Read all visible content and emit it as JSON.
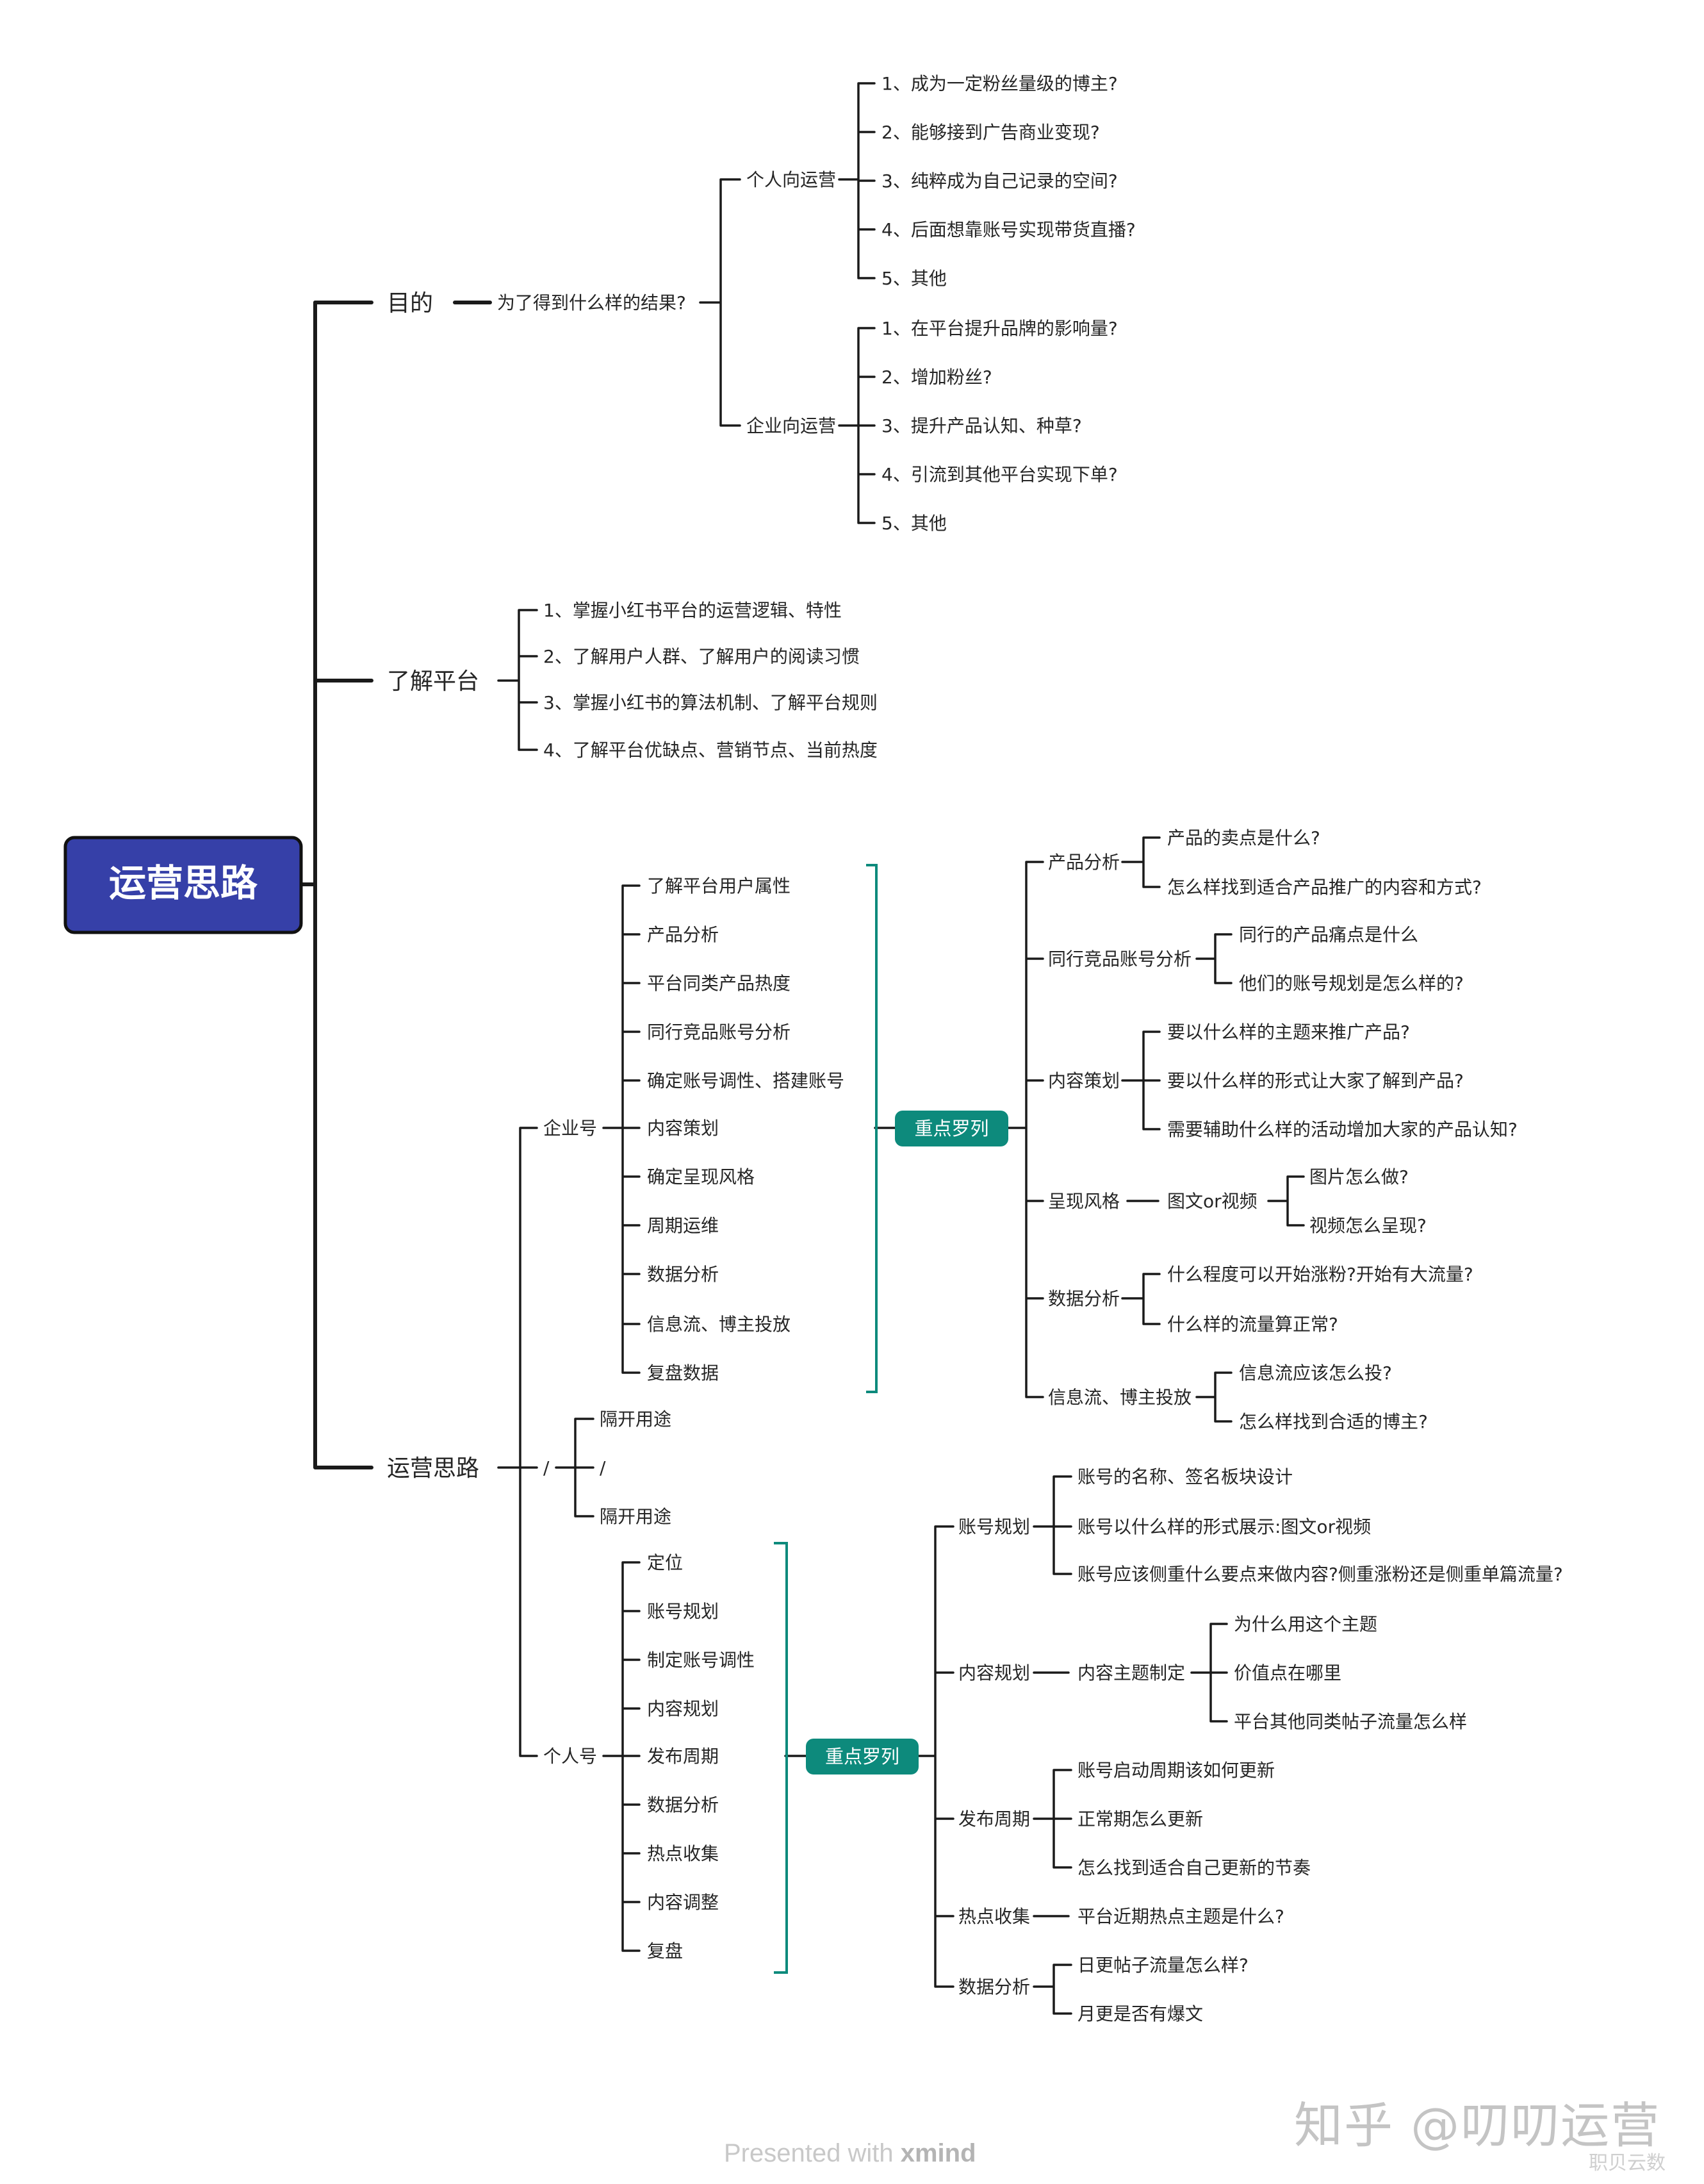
{
  "root": "运营思路",
  "branches": {
    "purpose": {
      "label": "目的",
      "question": "为了得到什么样的结果?",
      "personal": {
        "label": "个人向运营",
        "items": [
          "1、成为一定粉丝量级的博主?",
          "2、能够接到广告商业变现?",
          "3、纯粹成为自己记录的空间?",
          "4、后面想靠账号实现带货直播?",
          "5、其他"
        ]
      },
      "enterprise": {
        "label": "企业向运营",
        "items": [
          "1、在平台提升品牌的影响量?",
          "2、增加粉丝?",
          "3、提升产品认知、种草?",
          "4、引流到其他平台实现下单?",
          "5、其他"
        ]
      }
    },
    "platform": {
      "label": "了解平台",
      "items": [
        "1、掌握小红书平台的运营逻辑、特性",
        "2、了解用户人群、了解用户的阅读习惯",
        "3、掌握小红书的算法机制、了解平台规则",
        "4、了解平台优缺点、营销节点、当前热度"
      ]
    },
    "ops": {
      "label": "运营思路",
      "divider": {
        "slash1": "/",
        "slash2": "/",
        "top": "隔开用途",
        "bottom": "隔开用途"
      },
      "enterprise": {
        "label": "企业号",
        "steps": [
          "了解平台用户属性",
          "产品分析",
          "平台同类产品热度",
          "同行竞品账号分析",
          "确定账号调性、搭建账号",
          "内容策划",
          "确定呈现风格",
          "周期运维",
          "数据分析",
          "信息流、博主投放",
          "复盘数据"
        ],
        "tag": "重点罗列",
        "focus": {
          "product": {
            "label": "产品分析",
            "items": [
              "产品的卖点是什么?",
              "怎么样找到适合产品推广的内容和方式?"
            ]
          },
          "peer": {
            "label": "同行竞品账号分析",
            "items": [
              "同行的产品痛点是什么",
              "他们的账号规划是怎么样的?"
            ]
          },
          "content": {
            "label": "内容策划",
            "items": [
              "要以什么样的主题来推广产品?",
              "要以什么样的形式让大家了解到产品?",
              "需要辅助什么样的活动增加大家的产品认知?"
            ]
          },
          "style": {
            "label": "呈现风格",
            "mid": "图文or视频",
            "items": [
              "图片怎么做?",
              "视频怎么呈现?"
            ]
          },
          "data": {
            "label": "数据分析",
            "items": [
              "什么程度可以开始涨粉?开始有大流量?",
              "什么样的流量算正常?"
            ]
          },
          "ads": {
            "label": "信息流、博主投放",
            "items": [
              "信息流应该怎么投?",
              "怎么样找到合适的博主?"
            ]
          }
        }
      },
      "personal": {
        "label": "个人号",
        "steps": [
          "定位",
          "账号规划",
          "制定账号调性",
          "内容规划",
          "发布周期",
          "数据分析",
          "热点收集",
          "内容调整",
          "复盘"
        ],
        "tag": "重点罗列",
        "focus": {
          "account": {
            "label": "账号规划",
            "items": [
              "账号的名称、签名板块设计",
              "账号以什么样的形式展示:图文or视频",
              "账号应该侧重什么要点来做内容?侧重涨粉还是侧重单篇流量?"
            ]
          },
          "content": {
            "label": "内容规划",
            "mid": "内容主题制定",
            "items": [
              "为什么用这个主题",
              "价值点在哪里",
              "平台其他同类帖子流量怎么样"
            ]
          },
          "cycle": {
            "label": "发布周期",
            "items": [
              "账号启动周期该如何更新",
              "正常期怎么更新",
              "怎么找到适合自己更新的节奏"
            ]
          },
          "hot": {
            "label": "热点收集",
            "items": [
              "平台近期热点主题是什么?"
            ]
          },
          "data": {
            "label": "数据分析",
            "items": [
              "日更帖子流量怎么样?",
              "月更是否有爆文"
            ]
          }
        }
      }
    }
  },
  "footer": {
    "prefix": "Presented with ",
    "brand": "xmind"
  },
  "watermark": "知乎 @叨叨运营",
  "watermark2": "职贝云数",
  "colors": {
    "root_fill": "#3640a8",
    "tag_fill": "#0d8a7c",
    "bracket": "#0d8a7c",
    "line": "#1a1a1a"
  }
}
